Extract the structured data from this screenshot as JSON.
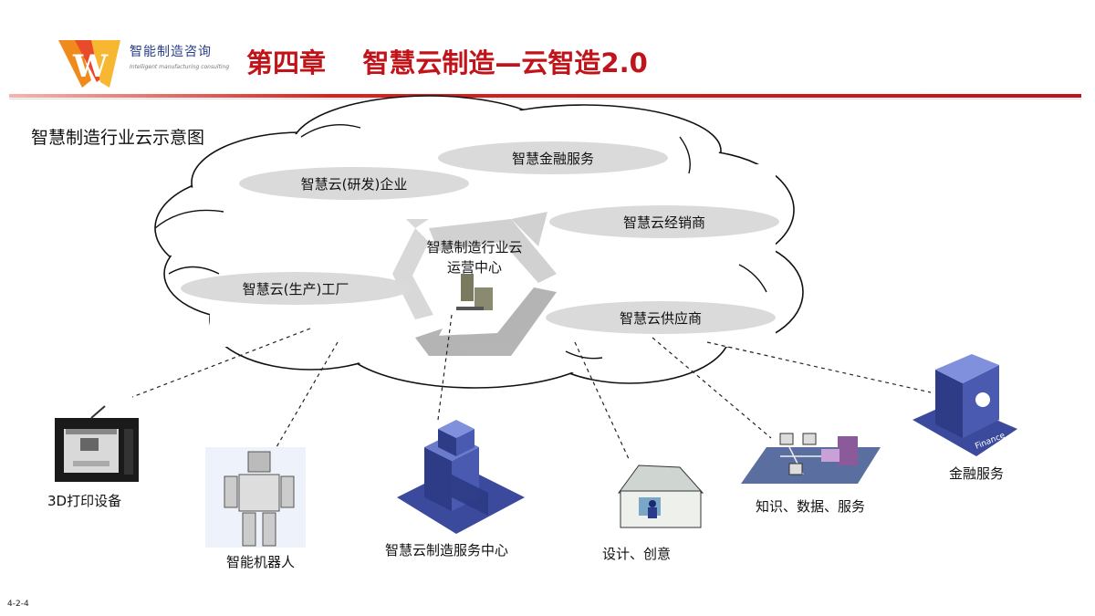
{
  "header": {
    "logo_text": "智能制造咨询",
    "logo_sub": "Intelligent manufacturing consulting",
    "chapter_title": "第四章    智慧云制造—云智造2.0"
  },
  "subtitle": "智慧制造行业云示意图",
  "cloud": {
    "center_label_line1": "智慧制造行业云",
    "center_label_line2": "运营中心",
    "ellipses": [
      {
        "label": "智慧金融服务"
      },
      {
        "label": "智慧云(研发)企业"
      },
      {
        "label": "智慧云经销商"
      },
      {
        "label": "智慧云(生产)工厂"
      },
      {
        "label": "智慧云供应商"
      }
    ]
  },
  "nodes": {
    "printer": "3D打印设备",
    "robot": "智能机器人",
    "service_center": "智慧云制造服务中心",
    "design": "设计、创意",
    "knowledge": "知识、数据、服务",
    "finance": "金融服务",
    "finance_building_text": "Finance"
  },
  "page_number": "4-2-4",
  "colors": {
    "title_red": "#c0141a",
    "ellipse_gray": "#dadada",
    "building_blue": "#3b4a9c"
  }
}
